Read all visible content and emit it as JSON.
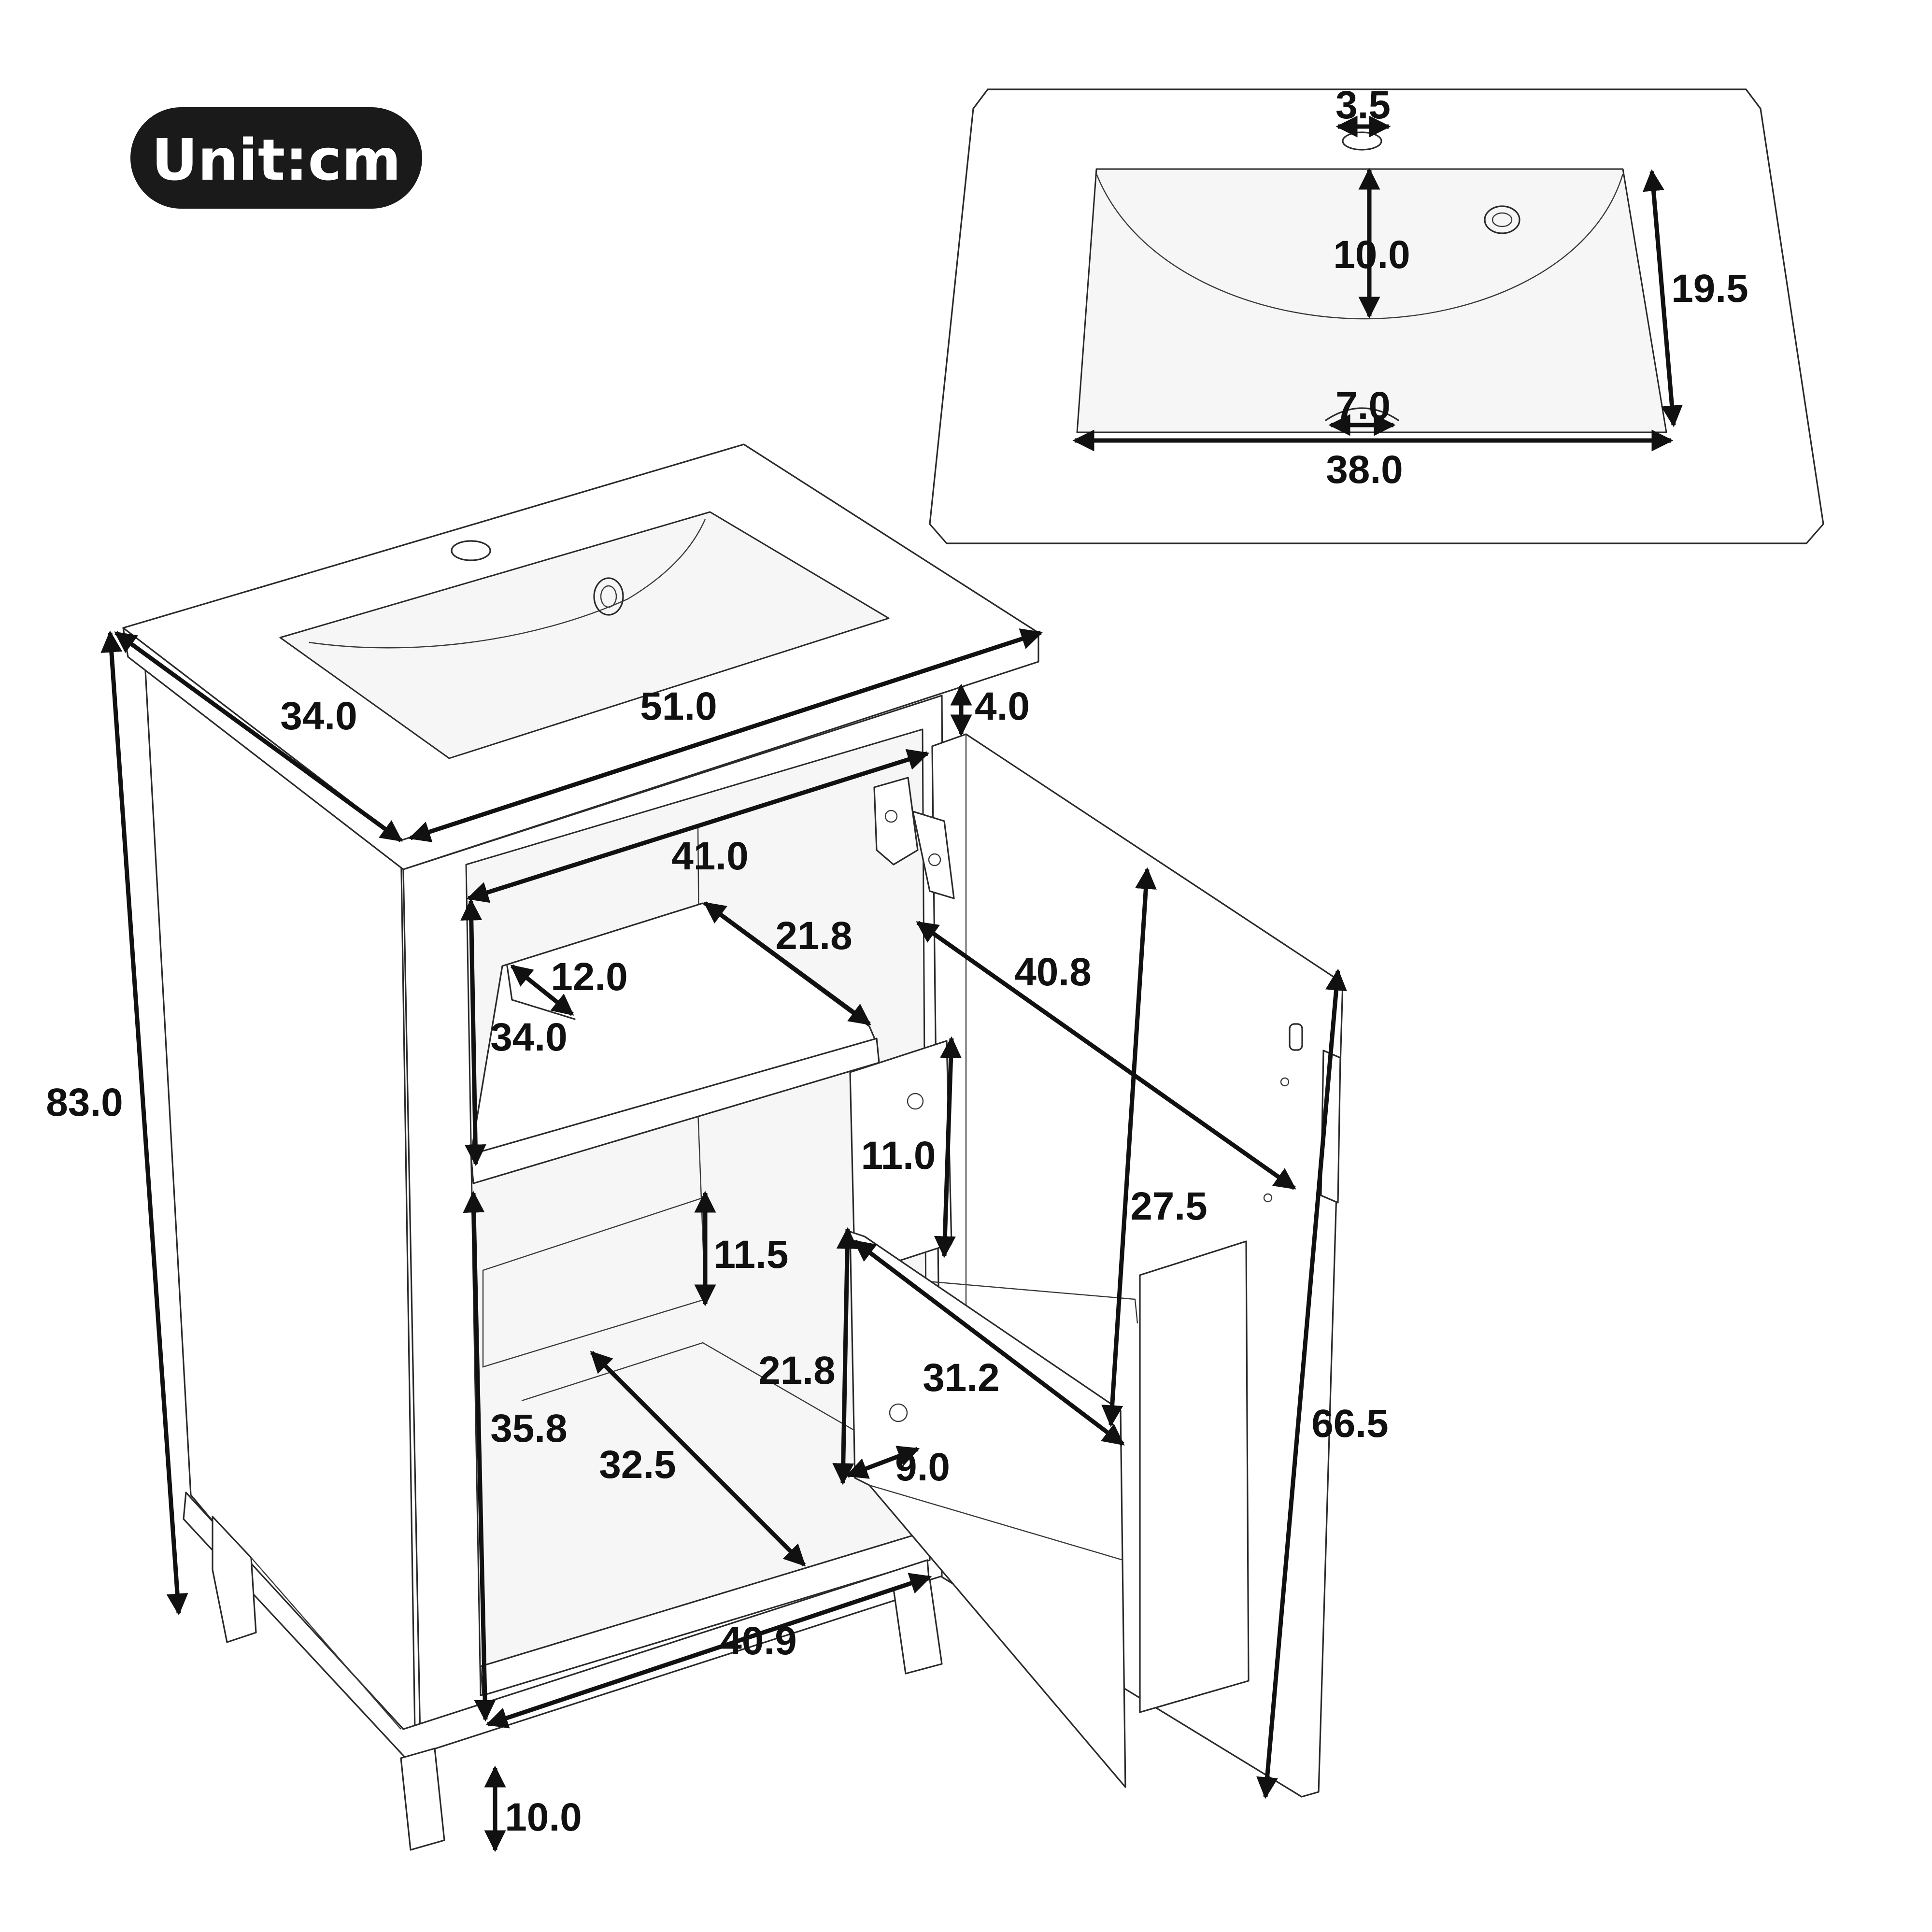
{
  "unit_badge": {
    "text": "Unit:cm"
  },
  "colors": {
    "line": "#111111",
    "badge_bg": "#1a1a1a",
    "badge_text": "#ffffff",
    "background": "#ffffff"
  },
  "sink_top_view": {
    "faucet_hole": "3.5",
    "basin_depth": "10.0",
    "basin_length": "19.5",
    "drain": "7.0",
    "basin_width": "38.0"
  },
  "cabinet": {
    "total_height": "83.0",
    "depth": "34.0",
    "width": "51.0",
    "top_thickness": "4.0",
    "interior_width": "41.0",
    "shelf_upper_depth": "21.8",
    "shelf_cutout": "12.0",
    "upper_height": "34.0",
    "door_width": "40.8",
    "door_rack_height": "11.0",
    "door_handle_span": "27.5",
    "lower_clearance": "11.5",
    "door_rack_depth": "21.8",
    "door_rack_width": "31.2",
    "lower_height": "35.8",
    "lower_depth": "32.5",
    "door_rack_bottom": "9.0",
    "door_height": "66.5",
    "bottom_width": "40.9",
    "leg_height": "10.0"
  }
}
